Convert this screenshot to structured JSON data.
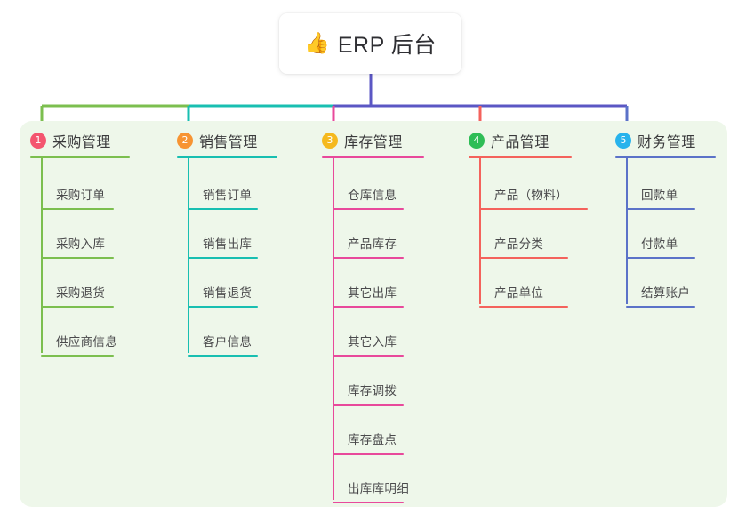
{
  "title_card": {
    "icon": "thumbs-up-icon",
    "icon_glyph": "👍",
    "text": "ERP 后台"
  },
  "colors": {
    "panel_bg": "#eef7ea",
    "page_bg": "#ffffff",
    "text": "#3a3a3c",
    "leaf_text": "#4a4a4c",
    "trunk": "#5b57c4"
  },
  "columns": [
    {
      "index": "1",
      "title": "采购管理",
      "badge_color": "#f4556f",
      "line_color": "#7cbf4f",
      "items": [
        "采购订单",
        "采购入库",
        "采购退货",
        "供应商信息"
      ]
    },
    {
      "index": "2",
      "title": "销售管理",
      "badge_color": "#f79432",
      "line_color": "#18bfb1",
      "items": [
        "销售订单",
        "销售出库",
        "销售退货",
        "客户信息"
      ]
    },
    {
      "index": "3",
      "title": "库存管理",
      "badge_color": "#f5b91e",
      "line_color": "#e8499b",
      "items": [
        "仓库信息",
        "产品库存",
        "其它出库",
        "其它入库",
        "库存调拨",
        "库存盘点",
        "出库库明细"
      ]
    },
    {
      "index": "4",
      "title": "产品管理",
      "badge_color": "#2ebd56",
      "line_color": "#f4625c",
      "items": [
        "产品（物料）",
        "产品分类",
        "产品单位"
      ]
    },
    {
      "index": "5",
      "title": "财务管理",
      "badge_color": "#27b3ec",
      "line_color": "#5b72c8",
      "items": [
        "回款单",
        "付款单",
        "结算账户"
      ]
    }
  ]
}
